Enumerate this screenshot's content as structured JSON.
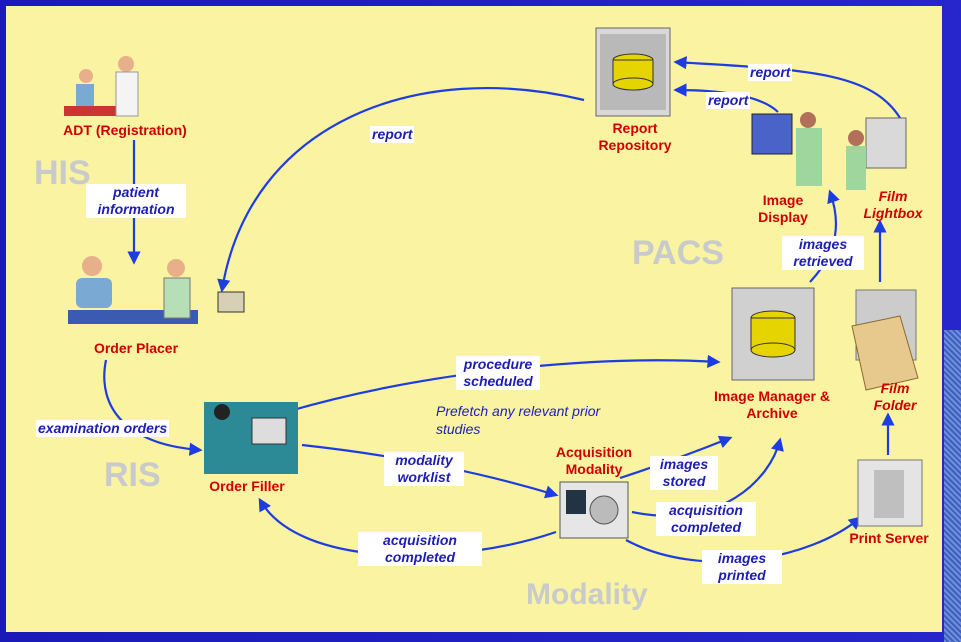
{
  "regions": {
    "his": "HIS",
    "pacs": "PACS",
    "ris": "RIS",
    "modality": "Modality"
  },
  "nodes": {
    "adt": "ADT (Registration)",
    "order_placer": "Order Placer",
    "order_filler": "Order Filler",
    "report_repository": "Report Repository",
    "image_display": "Image Display",
    "film_lightbox": "Film Lightbox",
    "image_manager": "Image Manager & Archive",
    "acquisition_modality": "Acquisition Modality",
    "film_folder": "Film Folder",
    "print_server": "Print Server"
  },
  "flows": {
    "patient_information": "patient information",
    "report_main": "report",
    "report_display": "report",
    "report_lightbox": "report",
    "images_retrieved": "images retrieved",
    "procedure_scheduled": "procedure scheduled",
    "examination_orders": "examination orders",
    "modality_worklist": "modality worklist",
    "images_stored": "images stored",
    "acquisition_completed_im": "acquisition completed",
    "acquisition_completed_of": "acquisition completed",
    "images_printed": "images printed"
  },
  "notes": {
    "prefetch": "Prefetch any relevant prior studies"
  },
  "colors": {
    "background": "#f9f3a2",
    "frame": "#2020c0",
    "arrow": "#1e3de0",
    "node_label": "#d10000",
    "flow_label": "#1d1db3",
    "region_label": "#c8cacc"
  },
  "icons": [
    "patient-registration-icon",
    "doctor-patient-icon",
    "clerk-computer-icon",
    "report-archive-icon",
    "radiologist-monitor-icon",
    "radiologist-film-icon",
    "archive-disk-icon",
    "scanner-icon",
    "film-folder-icon",
    "xray-film-icon"
  ]
}
